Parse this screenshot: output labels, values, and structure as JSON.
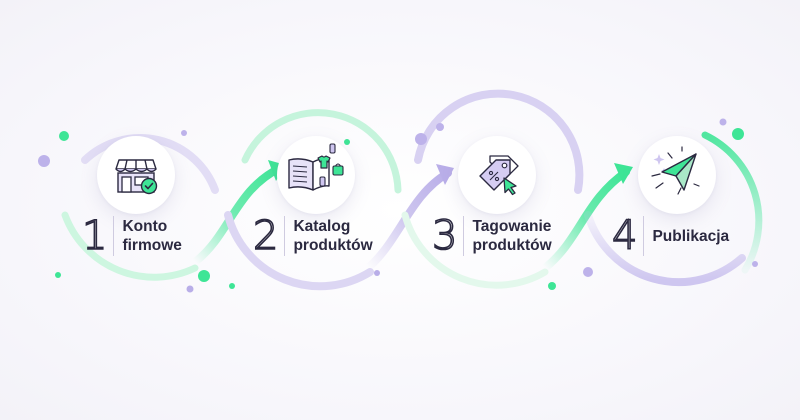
{
  "steps": [
    {
      "number": "1",
      "line1": "Konto",
      "line2": "firmowe",
      "icon": "storefront-check-icon"
    },
    {
      "number": "2",
      "line1": "Katalog",
      "line2": "produktów",
      "icon": "open-catalog-icon"
    },
    {
      "number": "3",
      "line1": "Tagowanie",
      "line2": "produktów",
      "icon": "price-tag-cursor-icon"
    },
    {
      "number": "4",
      "line1": "Publikacja",
      "line2": "",
      "icon": "paper-plane-icon"
    }
  ],
  "colors": {
    "green": "#3ee596",
    "purple": "#b9aee8",
    "text": "#2b2940"
  }
}
